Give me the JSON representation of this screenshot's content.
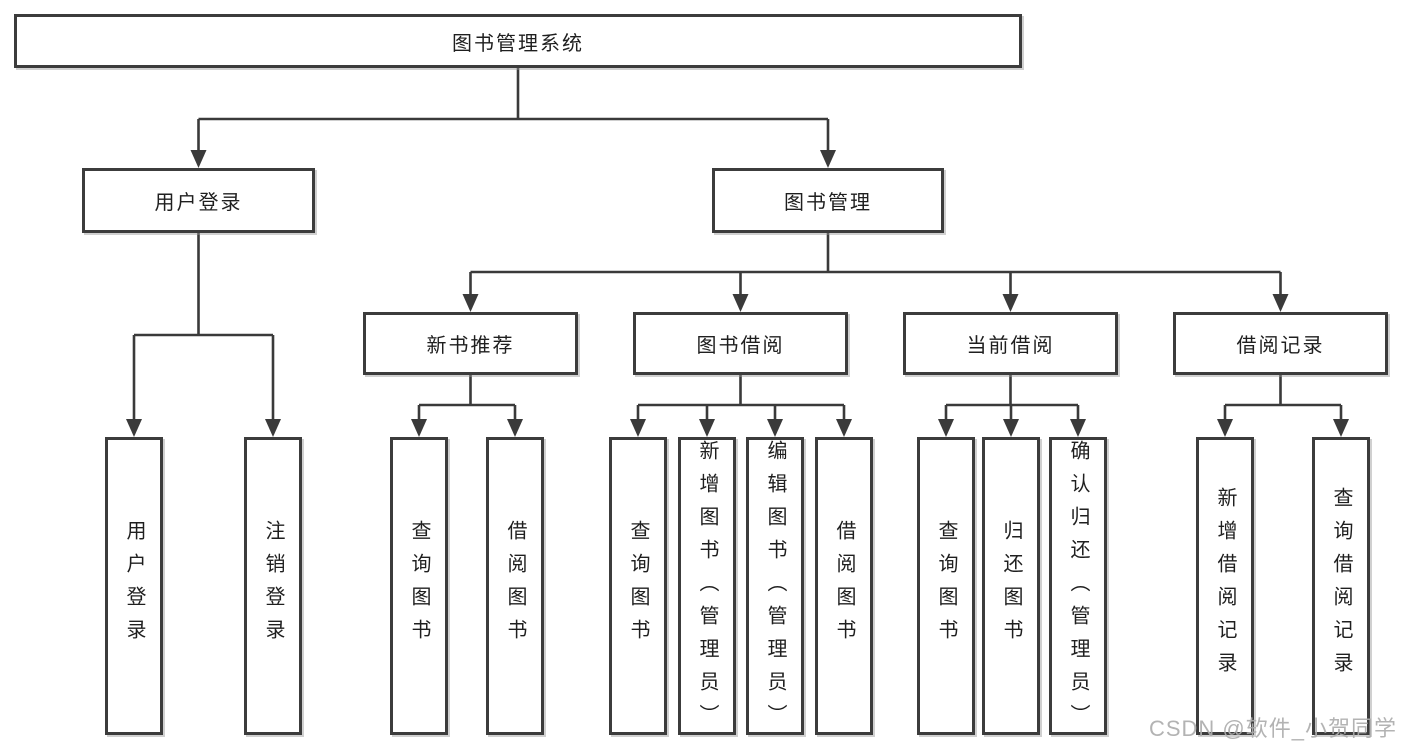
{
  "tree": {
    "label": "图书管理系统",
    "children": [
      {
        "label": "用户登录",
        "children": [
          {
            "label": "用户登录"
          },
          {
            "label": "注销登录"
          }
        ]
      },
      {
        "label": "图书管理",
        "children": [
          {
            "label": "新书推荐",
            "children": [
              {
                "label": "查询图书"
              },
              {
                "label": "借阅图书"
              }
            ]
          },
          {
            "label": "图书借阅",
            "children": [
              {
                "label": "查询图书"
              },
              {
                "label": "新增图书（管理员）"
              },
              {
                "label": "编辑图书（管理员）"
              },
              {
                "label": "借阅图书"
              }
            ]
          },
          {
            "label": "当前借阅",
            "children": [
              {
                "label": "查询图书"
              },
              {
                "label": "归还图书"
              },
              {
                "label": "确认归还（管理员）"
              }
            ]
          },
          {
            "label": "借阅记录",
            "children": [
              {
                "label": "新增借阅记录"
              },
              {
                "label": "查询借阅记录"
              }
            ]
          }
        ]
      }
    ]
  },
  "watermark": {
    "text": "CSDN @软件_小贺同学"
  },
  "colors": {
    "line": "#3a3a3a",
    "box_border": "#3c3c3c",
    "text": "#1f1f1f",
    "background": "#ffffff",
    "watermark": "#adadad"
  }
}
